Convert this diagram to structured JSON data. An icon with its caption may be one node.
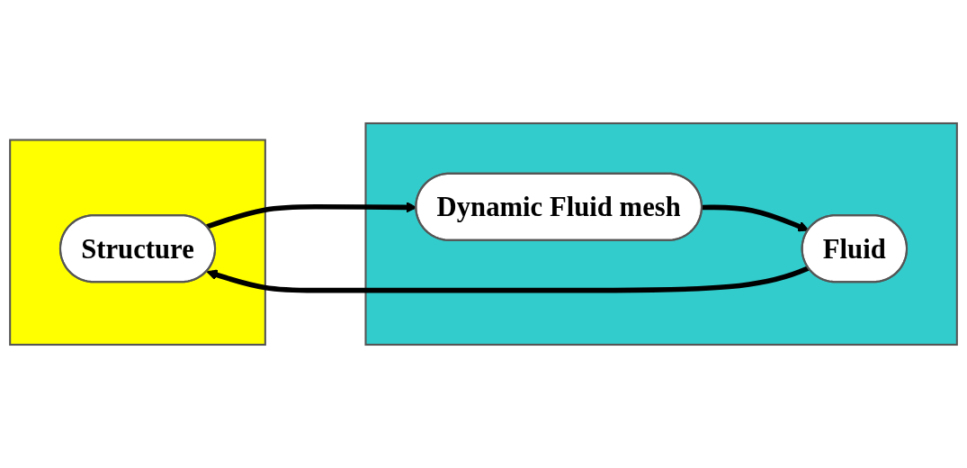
{
  "diagram": {
    "nodes": [
      {
        "text": [],
        "shape": "box"
      },
      {
        "text": [
          "Structure"
        ],
        "in": 0
      },
      {
        "text": [],
        "shape": "box"
      },
      {
        "text": [
          "Fluid"
        ],
        "in": 2
      },
      {
        "text": [
          "Dynamic Fluid mesh"
        ],
        "in": 2
      }
    ],
    "edges": [
      {
        "from": 3,
        "to": 1,
        "arrow": "to"
      },
      {
        "from": 1,
        "to": 4,
        "arrow": "to"
      },
      {
        "from": 4,
        "to": 3,
        "arrow": "to"
      }
    ]
  }
}
